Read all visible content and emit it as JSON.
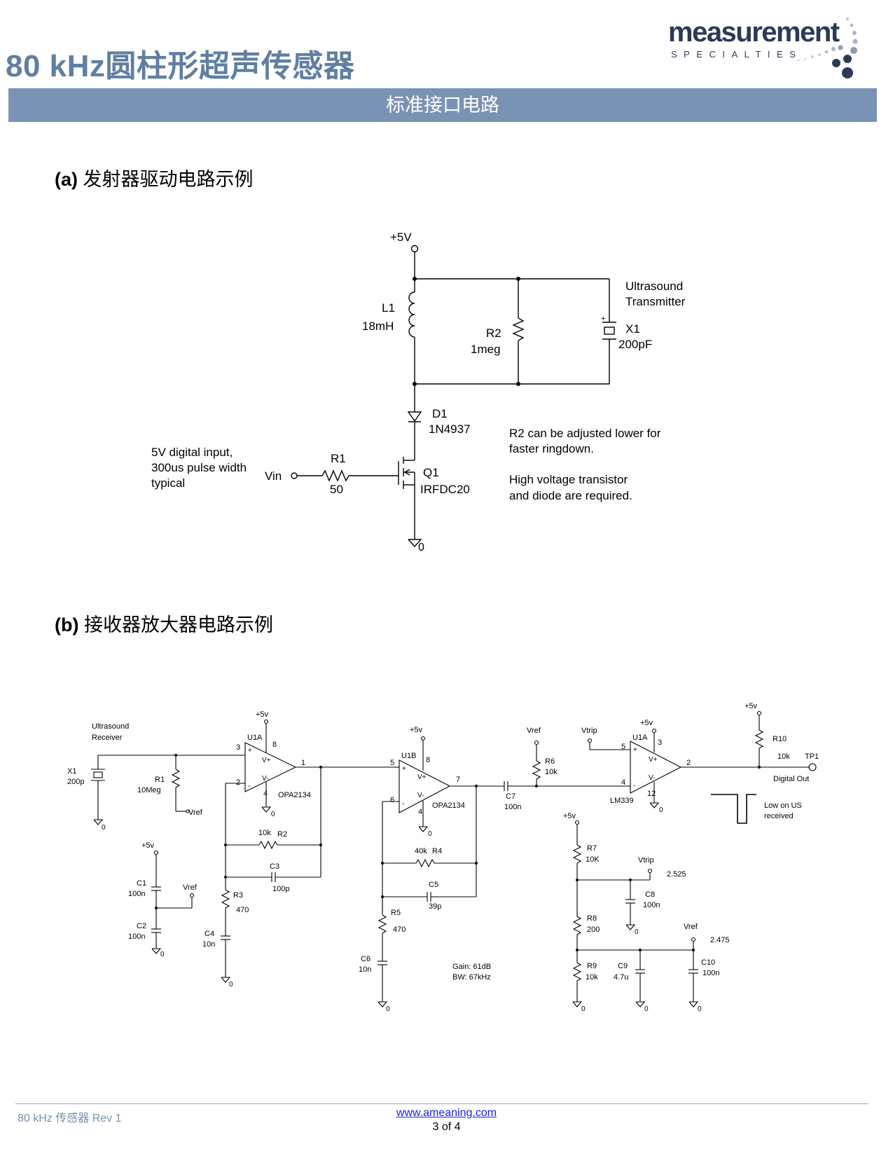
{
  "header": {
    "title": "80 kHz圆柱形超声传感器",
    "logo_word": "measurement",
    "logo_sub": "SPECIALTIES",
    "banner": "标准接口电路"
  },
  "section_a": {
    "label": "(a)",
    "title": "发射器驱动电路示例",
    "labels": {
      "vcc": "+5V",
      "l1": "L1",
      "l1_val": "18mH",
      "r2": "R2",
      "r2_val": "1meg",
      "tx_line1": "Ultrasound",
      "tx_line2": "Transmitter",
      "x1": "X1",
      "x1_val": "200pF",
      "d1": "D1",
      "d1_val": "1N4937",
      "input_line1": "5V digital input,",
      "input_line2": "300us pulse width",
      "input_line3": "typical",
      "vin": "Vin",
      "r1": "R1",
      "r1_val": "50",
      "q1": "Q1",
      "q1_val": "IRFDC20",
      "gnd": "0",
      "note1_line1": "R2 can be adjusted lower for",
      "note1_line2": "faster ringdown.",
      "note2_line1": "High voltage transistor",
      "note2_line2": "and diode are required."
    }
  },
  "section_b": {
    "label": "(b)",
    "title": "接收器放大器电路示例",
    "labels": {
      "rx_line1": "Ultrasound",
      "rx_line2": "Receiver",
      "x1": "X1",
      "x1_val": "200p",
      "r1": "R1",
      "r1_val": "10Meg",
      "vref": "Vref",
      "vref_arrow": "Vref",
      "vcc": "+5v",
      "u1a": "U1A",
      "opa1": "OPA2134",
      "pin3": "3",
      "pin2": "2",
      "pin8": "8",
      "pin4": "4",
      "pin1": "1",
      "vplus": "V+",
      "vminus": "V-",
      "plus": "+",
      "minus": "-",
      "r2": "R2",
      "r2_val": "10k",
      "c3": "C3",
      "c3_val": "100p",
      "r3": "R3",
      "r3_val": "470",
      "c4": "C4",
      "c4_val": "10n",
      "c1": "C1",
      "c1_val": "100n",
      "c2": "C2",
      "c2_val": "100n",
      "u1b": "U1B",
      "opa2": "OPA2134",
      "pin5": "5",
      "pin6": "6",
      "pin7": "7",
      "r4": "R4",
      "r4_val": "40k",
      "c5": "C5",
      "c5_val": "39p",
      "r5": "R5",
      "r5_val": "470",
      "c6": "C6",
      "c6_val": "10n",
      "gain": "Gain: 61dB",
      "bw": "BW: 67kHz",
      "c7": "C7",
      "c7_val": "100n",
      "r6": "R6",
      "r6_val": "10k",
      "vtrip": "Vtrip",
      "u1a_cmp": "U1A",
      "lm339": "LM339",
      "pin12": "12",
      "r10": "R10",
      "r10_val": "10k",
      "tp1": "TP1",
      "digital_out": "Digital Out",
      "low_line1": "Low on US",
      "low_line2": "received",
      "r7": "R7",
      "r7_val": "10K",
      "c8": "C8",
      "c8_val": "100n",
      "v_2525": "2.525",
      "r8": "R8",
      "r8_val": "200",
      "r9": "R9",
      "r9_val": "10k",
      "c9": "C9",
      "c9_val": "4.7u",
      "c10": "C10",
      "c10_val": "100n",
      "v_2475": "2.475",
      "gnd": "0"
    }
  },
  "footer": {
    "left": "80 kHz 传感器 Rev 1",
    "url": "www.ameaning.com ",
    "page": "3 of 4"
  }
}
